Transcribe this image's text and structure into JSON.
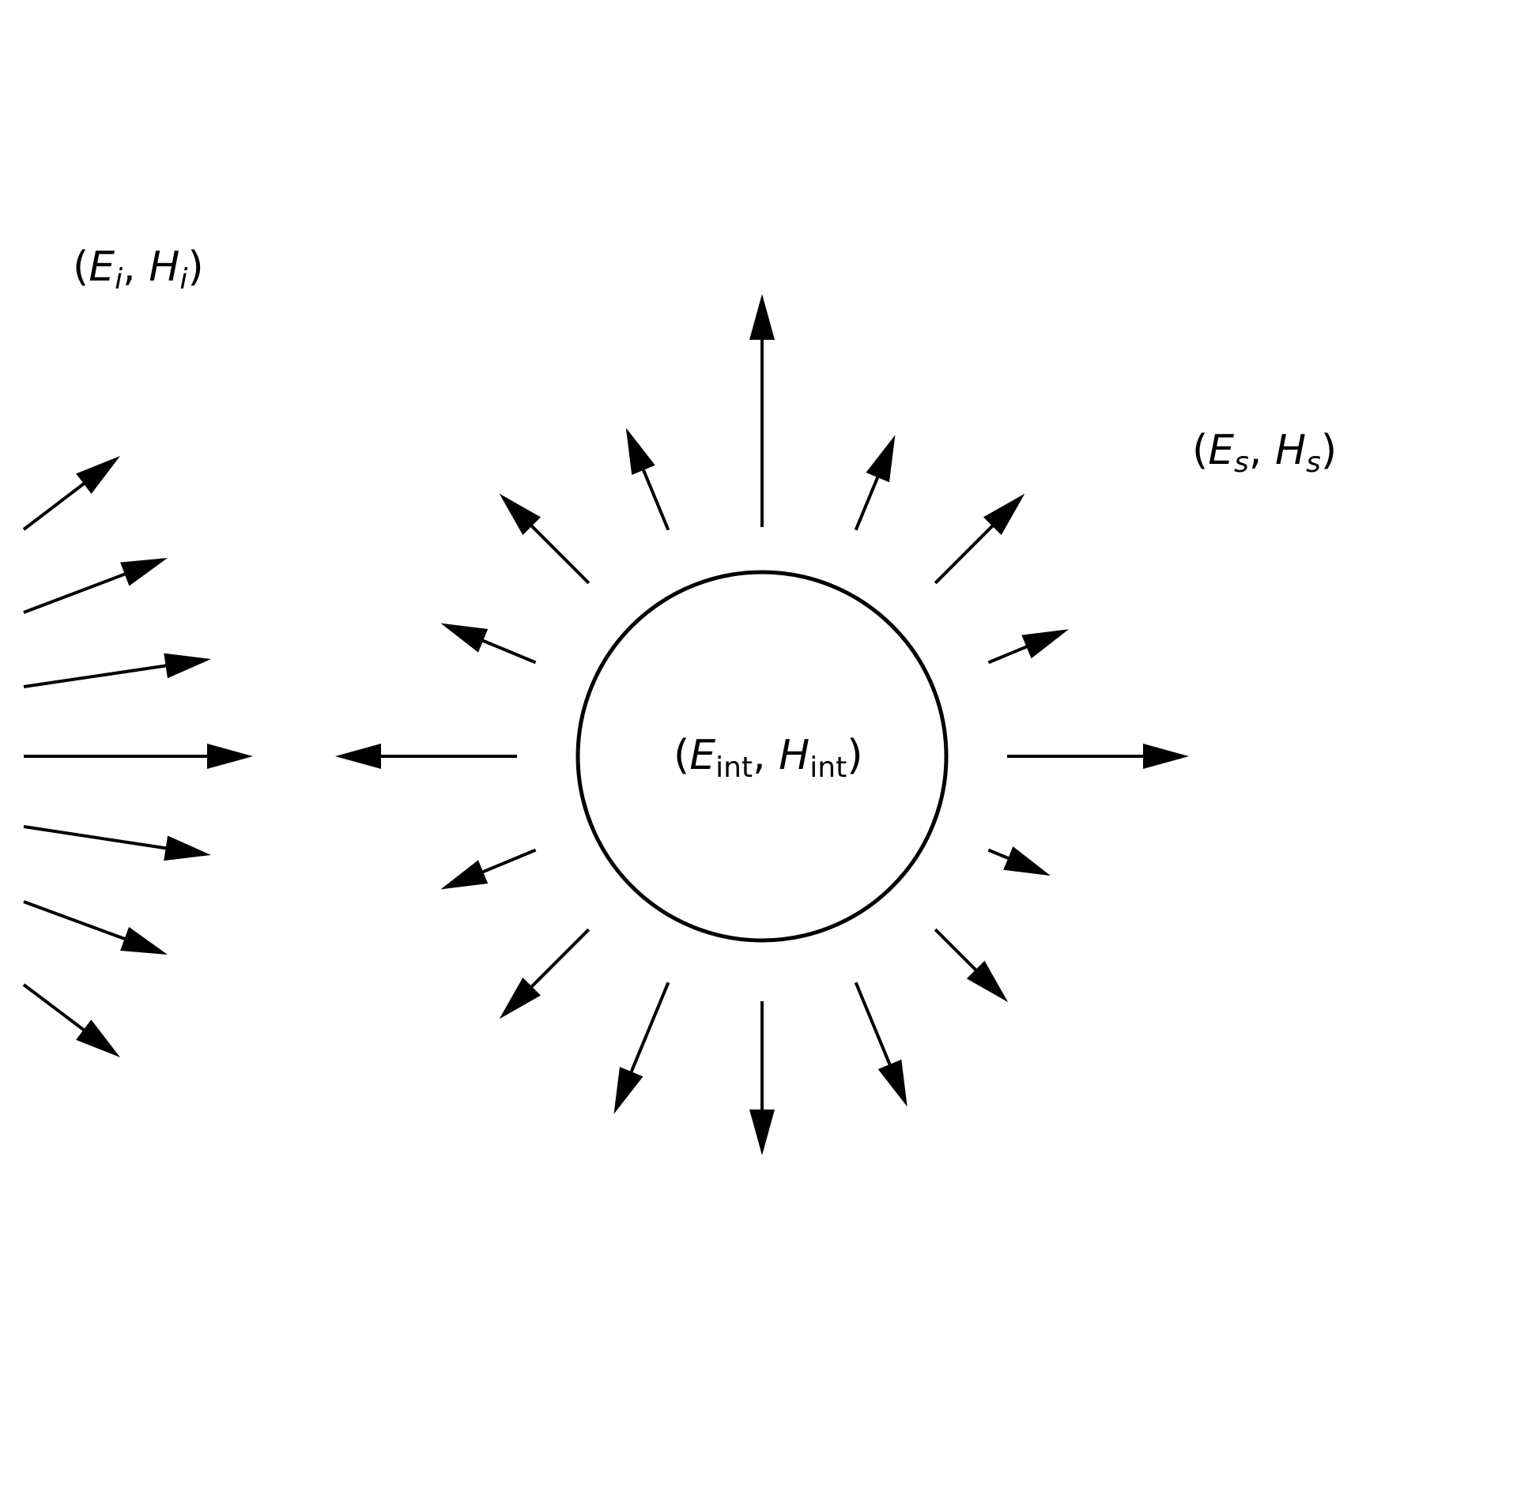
{
  "diagram": {
    "colors": {
      "stroke": "#000000",
      "background": "#ffffff"
    },
    "labels": {
      "incident": {
        "open": "(",
        "E": "E",
        "E_sub": "i",
        "sep": ", ",
        "H": "H",
        "H_sub": "i",
        "close": ")"
      },
      "scattered": {
        "open": "(",
        "E": "E",
        "E_sub": "s",
        "sep": ", ",
        "H": "H",
        "H_sub": "s",
        "close": ")"
      },
      "internal": {
        "open": "(",
        "E": "E",
        "E_sub": "int",
        "sep": ", ",
        "H": "H",
        "H_sub": "int",
        "close": ")"
      }
    },
    "incident_arrow_count": 7,
    "scattered_arrow_count": 16
  }
}
